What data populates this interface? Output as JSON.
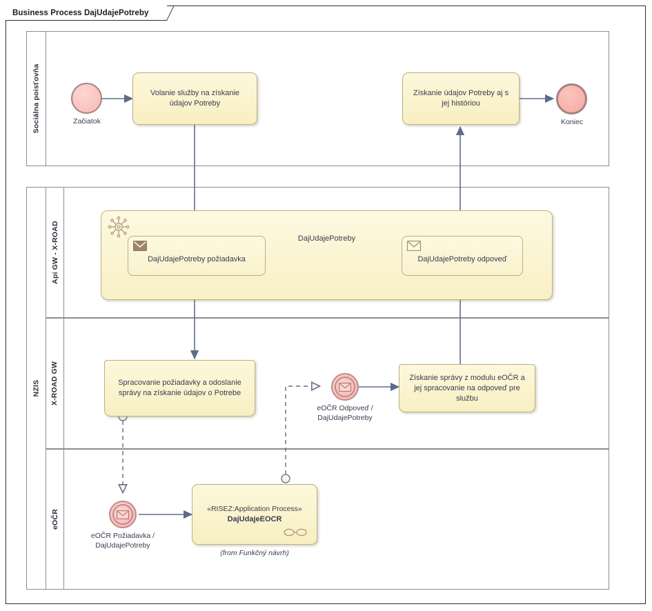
{
  "frame": {
    "title": "Business Process DajUdajePotreby"
  },
  "colors": {
    "task_fill": "#fdf8dc",
    "task_border": "#bfae82",
    "event_fill": "#f7b9b4",
    "event_border": "#a58383",
    "flow_line": "#6b7a93",
    "pool_border": "#918c8c",
    "frame_border": "#2c2c2c"
  },
  "pools": [
    {
      "id": "sp",
      "name": "Sociálna poisťovňa",
      "lanes": []
    },
    {
      "id": "nzis",
      "name": "NZIS",
      "lanes": [
        {
          "id": "apigw",
          "name": "Api GW - X-ROAD"
        },
        {
          "id": "xroadgw",
          "name": "X-ROAD GW"
        },
        {
          "id": "eocr",
          "name": "eOČR"
        }
      ]
    }
  ],
  "elements": {
    "start_event": {
      "label": "Začiatok",
      "type": "start-event"
    },
    "end_event": {
      "label": "Koniec",
      "type": "end-event"
    },
    "task_volanie": {
      "label": "Volanie služby na získanie údajov Potreby",
      "type": "task"
    },
    "task_ziskanie_historia": {
      "label": "Získanie údajov Potreby aj s jej históriou",
      "type": "task"
    },
    "subprocess": {
      "label": "DajUdajePotreby",
      "marker": "gear-icon",
      "message_request": {
        "label": "DajUdajePotreby požiadavka",
        "envelope": "filled"
      },
      "message_response": {
        "label": "DajUdajePotreby odpoveď",
        "envelope": "outline"
      }
    },
    "task_spracovanie": {
      "label": "Spracovanie požiadavky a odoslanie správy na získanie údajov o Potrebe",
      "type": "task"
    },
    "event_eocr_odpoved": {
      "label": "eOČR Odpoveď /\nDajUdajePotreby",
      "type": "message-intermediate-event"
    },
    "task_ziskanie_spravy": {
      "label": "Získanie správy z modulu eOČR a jej spracovanie na odpoveď pre službu",
      "type": "task"
    },
    "event_eocr_poziadavka": {
      "label": "eOČR Požiadavka /\nDajUdajePotreby",
      "type": "message-start-event"
    },
    "task_dajudajeeocr": {
      "stereotype": "«RISEZ:Application Process»",
      "name": "DajUdajeEOCR",
      "caption": "(from Funkčný návrh)",
      "marker": "link-chain-icon",
      "type": "call-activity"
    }
  }
}
